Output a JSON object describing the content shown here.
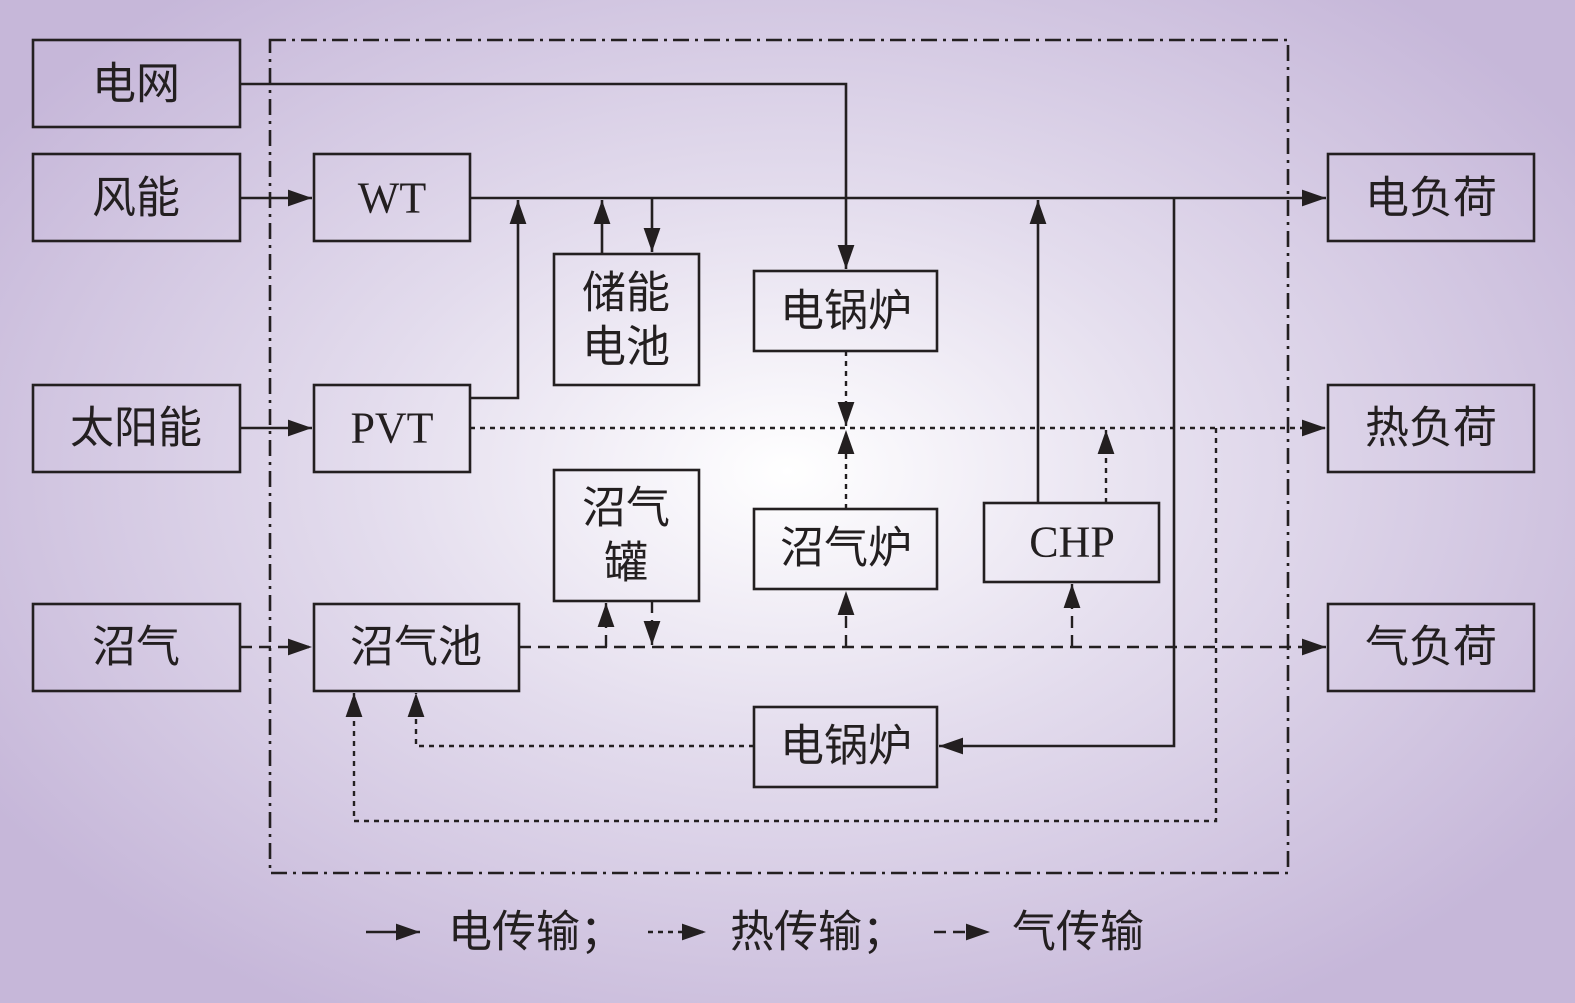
{
  "nodes": {
    "grid": "电网",
    "wind": "风能",
    "solar": "太阳能",
    "biogas": "沼气",
    "wt": "WT",
    "pvt": "PVT",
    "digester": "沼气池",
    "battery_line1": "储能",
    "battery_line2": "电池",
    "gas_tank_line1": "沼气",
    "gas_tank_line2": "罐",
    "electric_boiler_top": "电锅炉",
    "biogas_boiler": "沼气炉",
    "chp": "CHP",
    "electric_boiler_bottom": "电锅炉",
    "electric_load": "电负荷",
    "heat_load": "热负荷",
    "gas_load": "气负荷"
  },
  "legend": {
    "electric": "电传输；",
    "heat": "热传输；",
    "gas": "气传输"
  }
}
